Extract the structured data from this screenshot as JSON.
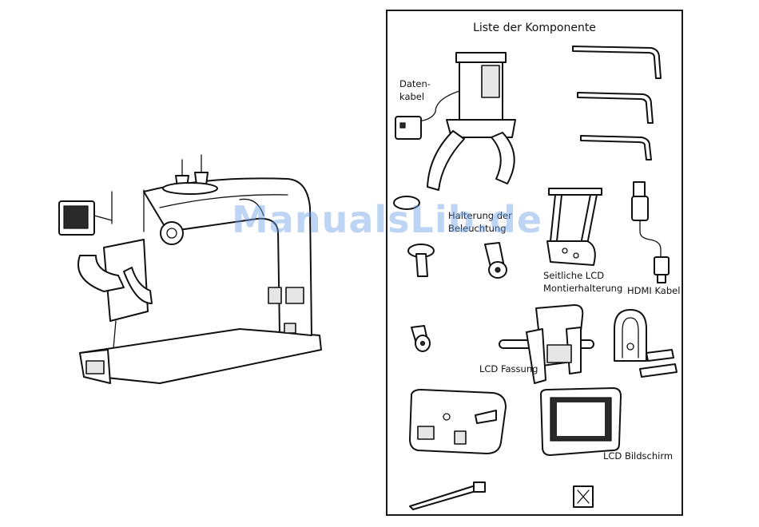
{
  "panel": {
    "title": "Liste der Komponente"
  },
  "labels": {
    "datenkabel_line1": "Daten-",
    "datenkabel_line2": "kabel",
    "halterung_line1": "Halterung der",
    "halterung_line2": "Beleuchtung",
    "seitliche_line1": "Seitliche LCD",
    "seitliche_line2": "Montierhalterung",
    "hdmi": "HDMI Kabel",
    "fassung": "LCD Fassung",
    "bildschirm": "LCD Bildschirm"
  },
  "watermark": "ManualsLib.de"
}
